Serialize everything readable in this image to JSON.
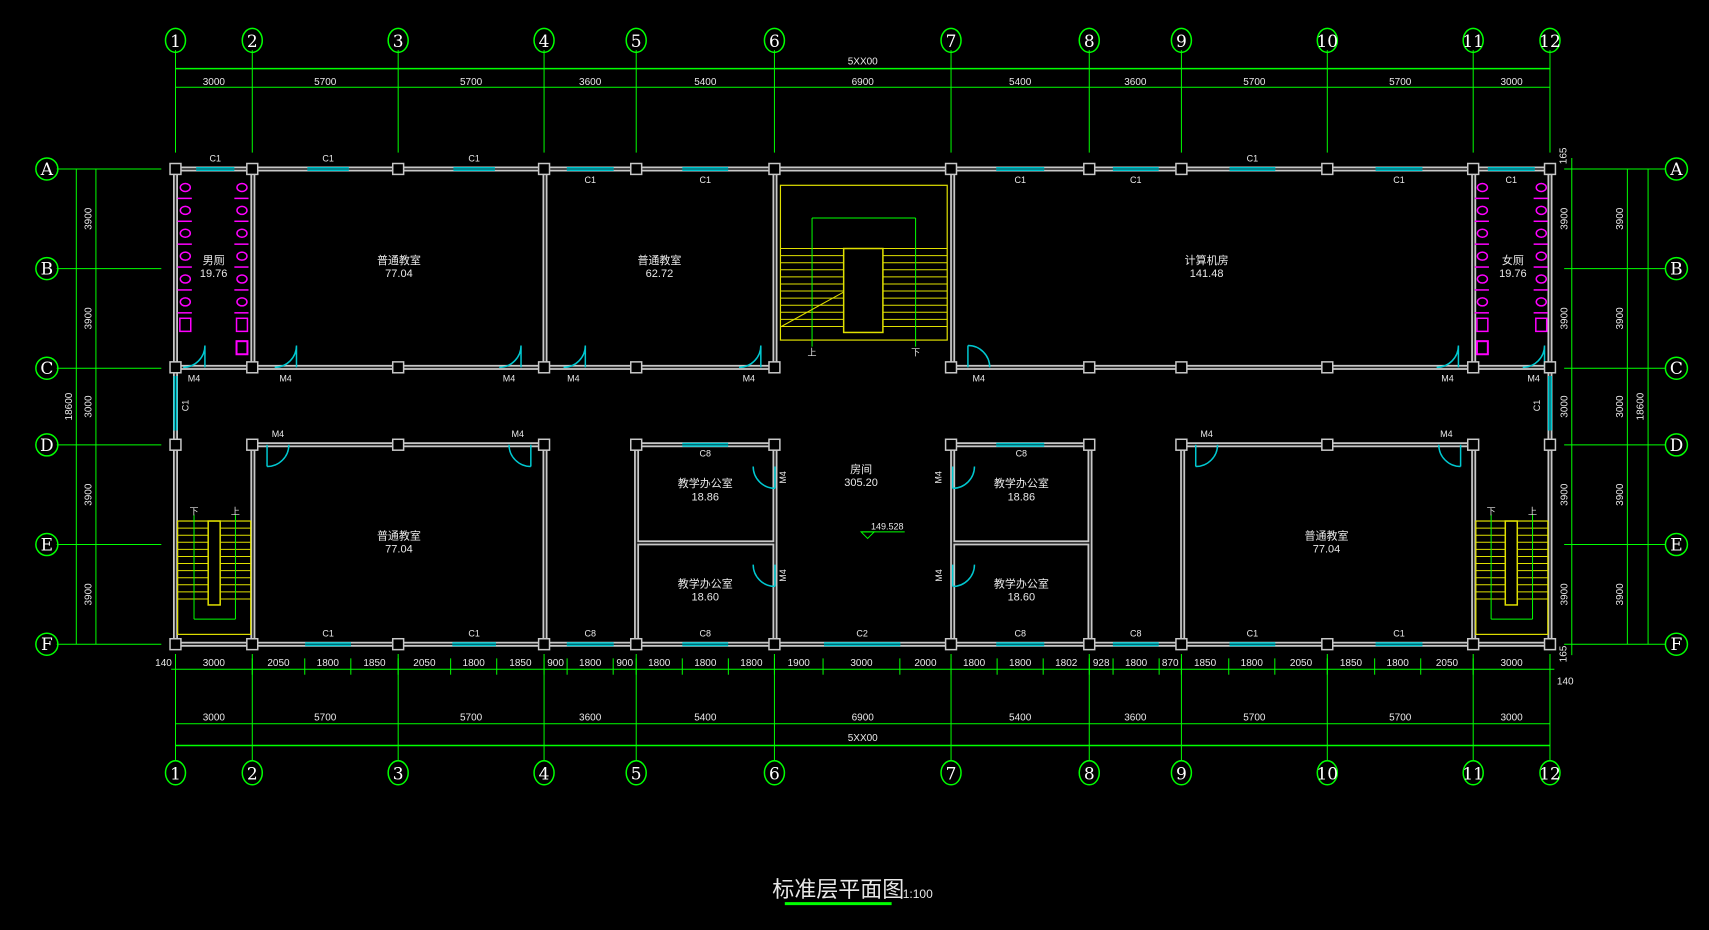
{
  "drawing": {
    "title": "标准层平面图",
    "scale": "1:100"
  },
  "axes": {
    "columns": [
      "1",
      "2",
      "3",
      "4",
      "5",
      "6",
      "7",
      "8",
      "9",
      "10",
      "11",
      "12"
    ],
    "rows": [
      "A",
      "B",
      "C",
      "D",
      "E",
      "F"
    ]
  },
  "dims": {
    "top_overall": "5XX00",
    "top_segments": [
      "3000",
      "5700",
      "5700",
      "3600",
      "5400",
      "6900",
      "5400",
      "3600",
      "5700",
      "5700",
      "3000"
    ],
    "bottom_detail": [
      "3000",
      "2050",
      "1800",
      "1850",
      "2050",
      "1800",
      "1850",
      "900",
      "1800",
      "900",
      "1800",
      "1800",
      "1800",
      "1900",
      "3000",
      "2000",
      "1800",
      "1800",
      "1802",
      "928",
      "1800",
      "870",
      "1850",
      "1800",
      "2050",
      "1850",
      "1800",
      "2050",
      "3000"
    ],
    "bottom_left_offset": "140",
    "bottom_right_offset": "140",
    "bottom_segments": [
      "3000",
      "5700",
      "5700",
      "3600",
      "5400",
      "6900",
      "5400",
      "3600",
      "5700",
      "5700",
      "3000"
    ],
    "bottom_overall": "5XX00",
    "left_segments": [
      "3900",
      "3900",
      "3000",
      "3900",
      "3900"
    ],
    "left_overall": "18600",
    "right_top_offset": "165",
    "right_bottom_offset": "165",
    "right_inner": [
      "3900",
      "3900",
      "3000",
      "3900",
      "3900"
    ],
    "right_mid": [
      "3900",
      "3900",
      "3000",
      "3900",
      "3900"
    ],
    "right_overall": "18600"
  },
  "rooms": [
    {
      "name": "男厕",
      "area": "19.76"
    },
    {
      "name": "普通教室",
      "area": "77.04"
    },
    {
      "name": "普通教室",
      "area": "62.72"
    },
    {
      "name": "计算机房",
      "area": "141.48"
    },
    {
      "name": "女厕",
      "area": "19.76"
    },
    {
      "name": "普通教室",
      "area": "77.04"
    },
    {
      "name": "教学办公室",
      "area": "18.86"
    },
    {
      "name": "教学办公室",
      "area": "18.60"
    },
    {
      "name": "房间",
      "area": "305.20"
    },
    {
      "name": "教学办公室",
      "area": "18.86"
    },
    {
      "name": "教学办公室",
      "area": "18.60"
    },
    {
      "name": "普通教室",
      "area": "77.04"
    }
  ],
  "windows": {
    "c1": "C1",
    "c2": "C2",
    "c8": "C8"
  },
  "doors": {
    "m4": "M4"
  },
  "stairs": {
    "up": "上",
    "down": "下"
  },
  "elevation": "149.528",
  "colors": {
    "background": "#000000",
    "axis": "#00ff00",
    "wall": "#c8c8c8",
    "window": "#00c8d0",
    "stair": "#e0e000",
    "fixture": "#ff00ff",
    "text": "#e8e8e8"
  }
}
